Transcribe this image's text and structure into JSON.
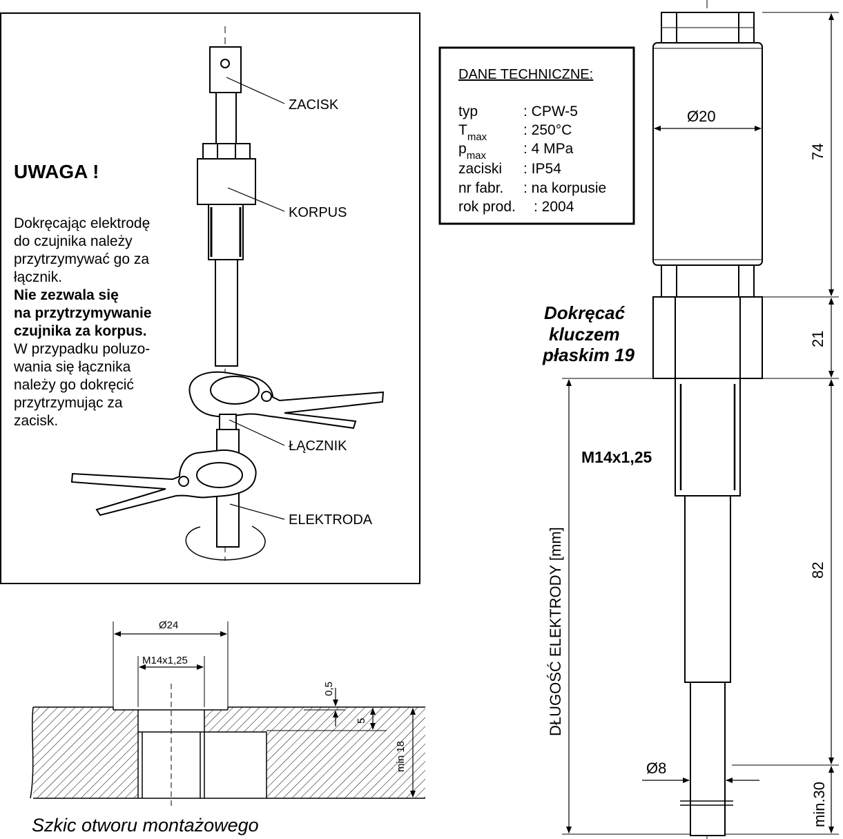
{
  "warning_box": {
    "heading": "UWAGA !",
    "text_lines": [
      "Dokręcając elektrodę",
      "do czujnika należy",
      "przytrzymywać go za",
      "łącznik."
    ],
    "bold_lines": [
      "Nie zezwala się",
      "na przytrzymywanie",
      "czujnika za korpus."
    ],
    "more_lines": [
      "W przypadku poluzo-",
      "wania się łącznika",
      "należy go dokręcić",
      "przytrzymując za",
      "zacisk."
    ],
    "labels": {
      "zacisk": "ZACISK",
      "korpus": "KORPUS",
      "lacznik": "ŁĄCZNIK",
      "elektroda": "ELEKTRODA"
    }
  },
  "tech_data": {
    "title": "DANE TECHNICZNE:",
    "rows": [
      {
        "key": "typ",
        "sub": "",
        "value": ": CPW-5"
      },
      {
        "key": "T",
        "sub": "max",
        "value": ": 250°C"
      },
      {
        "key": "p",
        "sub": "max",
        "value": ": 4 MPa"
      },
      {
        "key": "zaciski",
        "sub": "",
        "value": ": IP54"
      },
      {
        "key": "nr fabr.",
        "sub": "",
        "value": ": na korpusie"
      },
      {
        "key": "rok prod.",
        "sub": "",
        "value": ": 2004"
      }
    ]
  },
  "sensor_drawing": {
    "dim_body_diameter": "Ø20",
    "dim_body_length": "74",
    "dim_nut_length": "21",
    "dim_thread_length": "82",
    "dim_min": "min.30",
    "dim_rod_diameter": "Ø8",
    "thread_label": "M14x1,25",
    "electrode_length_label": "DŁUGOŚĆ ELEKTRODY [mm]",
    "wrench_note": [
      "Dokręcać",
      "kluczem",
      "płaskim 19"
    ]
  },
  "mount_sketch": {
    "dim_outer": "Ø24",
    "dim_thread": "M14x1,25",
    "dim_05": "0,5",
    "dim_5": "5",
    "dim_min18": "min 18",
    "caption": "Szkic otworu montażowego"
  }
}
